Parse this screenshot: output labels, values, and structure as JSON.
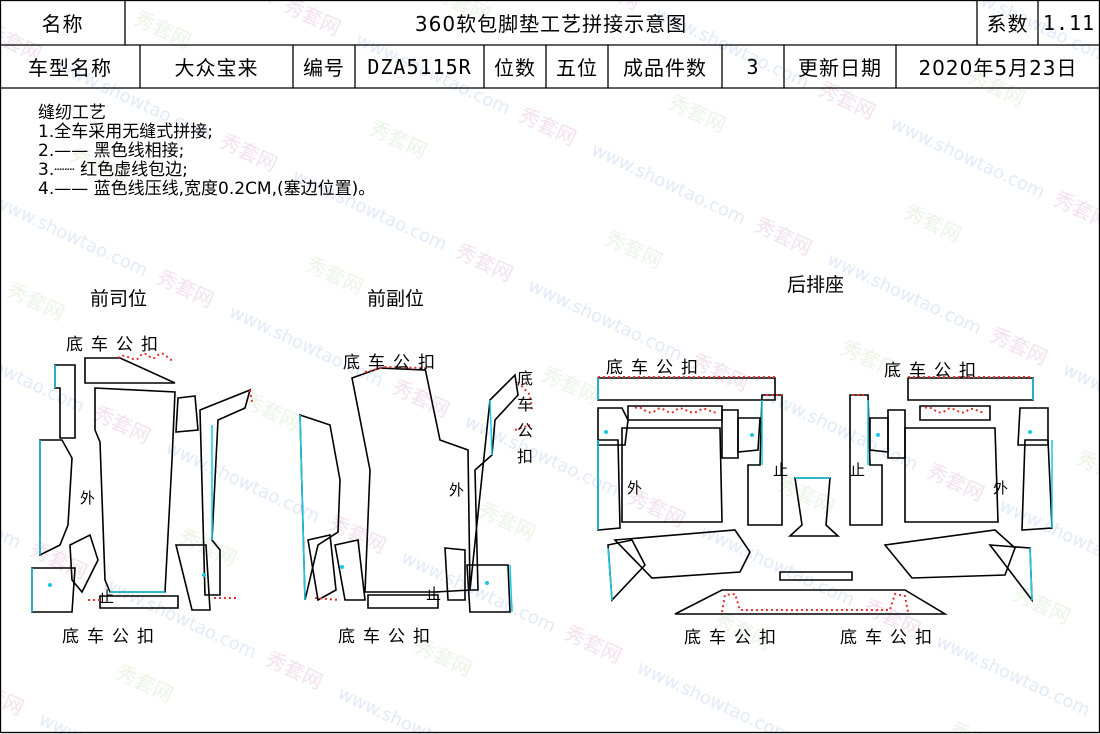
{
  "header": {
    "name_label": "名称",
    "title": "360软包脚垫工艺拼接示意图",
    "coef_label": "系数",
    "coef_value": "1.11"
  },
  "info": {
    "model_label": "车型名称",
    "model_value": "大众宝来",
    "code_label": "编号",
    "code_value": "DZA5115R",
    "seats_label": "位数",
    "seats_value": "五位",
    "pieces_label": "成品件数",
    "pieces_value": "3",
    "date_label": "更新日期",
    "date_value": "2020年5月23日"
  },
  "notes": {
    "heading": "缝纫工艺",
    "items": [
      "1.全车采用无缝式拼接;",
      "2.—— 黑色线相接;",
      "3.┈┈ 红色虚线包边;",
      "4.—— 蓝色线压线,宽度0.2CM,(塞边位置)。"
    ]
  },
  "sections": {
    "driver": "前司位",
    "passenger": "前副位",
    "rear": "后排座"
  },
  "labels": {
    "clip": "底车公扣",
    "outer": "外",
    "stop": "止"
  },
  "colors": {
    "black_line": "#000000",
    "red_dotted": "#e53030",
    "blue_line": "#19c8e6"
  },
  "watermark": "秀套网 www.showtao.com"
}
